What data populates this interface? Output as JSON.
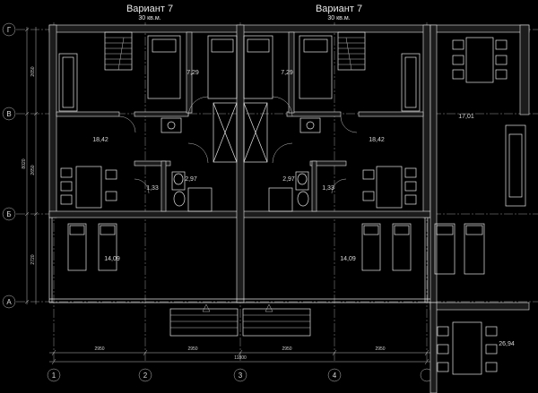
{
  "variants": [
    {
      "title": "Вариант 7",
      "area": "30 кв.м."
    },
    {
      "title": "Вариант 7",
      "area": "30 кв.м."
    }
  ],
  "room_areas": [
    "7,29",
    "7,29",
    "18,42",
    "18,42",
    "2,97",
    "2,97",
    "1,33",
    "1,33",
    "14,09",
    "14,09",
    "17,01",
    "26,94"
  ],
  "row_axes": [
    "Г",
    "В",
    "Б",
    "А"
  ],
  "column_axes": [
    "1",
    "2",
    "3",
    "4"
  ],
  "bottom_dimensions": [
    "2950",
    "2950",
    "2950",
    "2950"
  ],
  "total_dimension": "11800",
  "left_dimensions": [
    "2650",
    "2650",
    "2720"
  ],
  "left_total": "8020",
  "colors": {
    "background": "#000000",
    "lines": "#e6e6e6",
    "axes": "#9a9a9a"
  }
}
